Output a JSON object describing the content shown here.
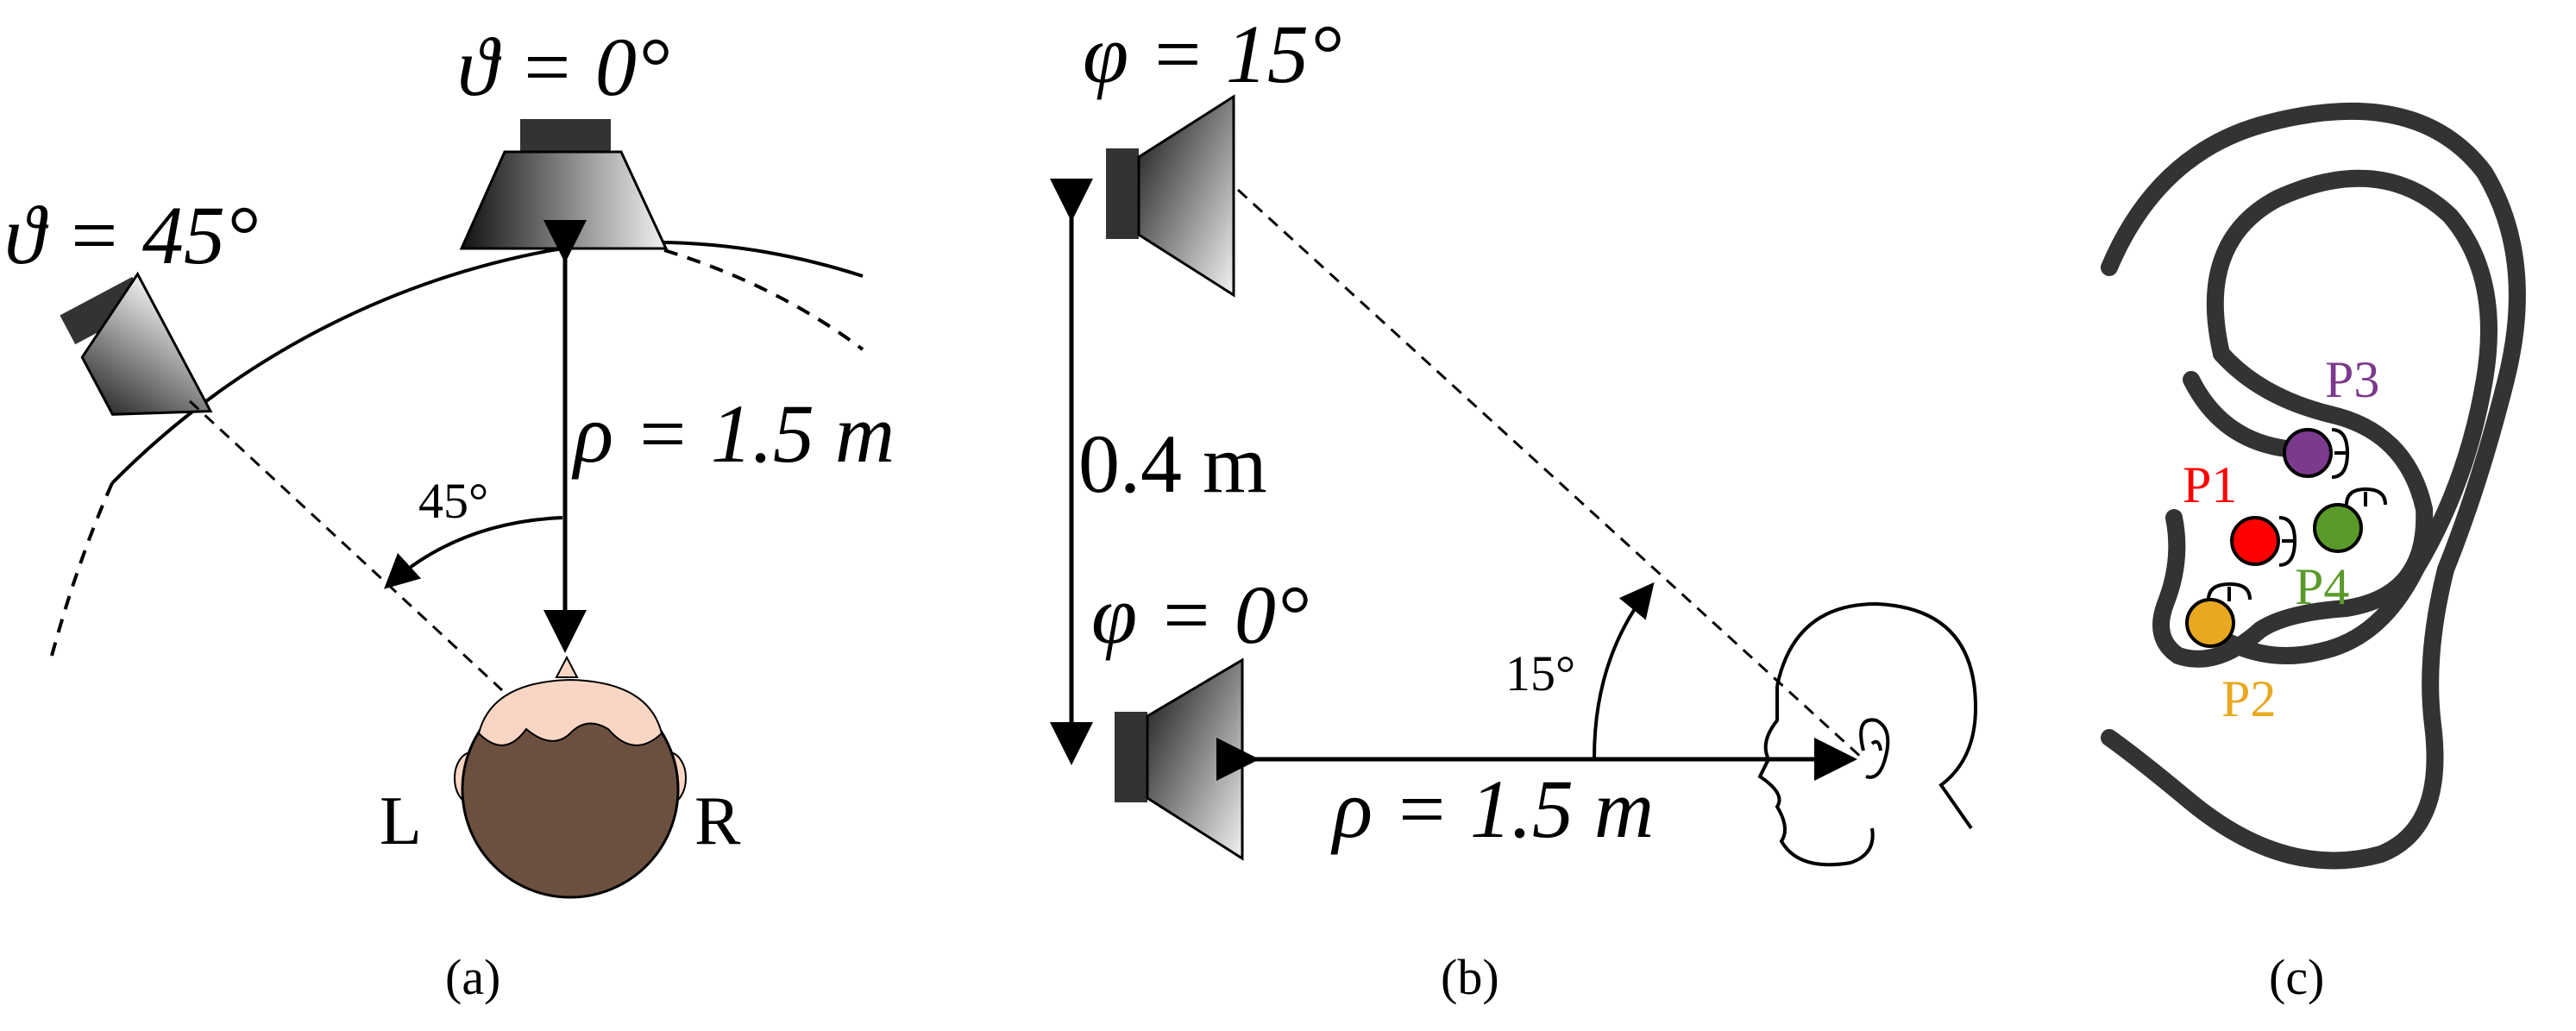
{
  "panel_a": {
    "theta0_label": "ϑ = 0°",
    "theta45_label": "ϑ = 45°",
    "rho_label": "ρ = 1.5 m",
    "angle_label": "45°",
    "left_label": "L",
    "right_label": "R",
    "caption": "(a)"
  },
  "panel_b": {
    "phi15_label": "φ = 15°",
    "phi0_label": "φ = 0°",
    "height_label": "0.4 m",
    "angle_label": "15°",
    "rho_label": "ρ = 1.5 m",
    "caption": "(b)"
  },
  "panel_c": {
    "caption": "(c)",
    "points": [
      {
        "label": "P1",
        "color": "#ff0000"
      },
      {
        "label": "P2",
        "color": "#e8a820"
      },
      {
        "label": "P3",
        "color": "#7b3a8c"
      },
      {
        "label": "P4",
        "color": "#5a9a2a"
      }
    ]
  },
  "colors": {
    "speaker_dark": "#333333",
    "hair": "#6b5040",
    "skin": "#f9d6c4",
    "ear_outline": "#333333"
  }
}
